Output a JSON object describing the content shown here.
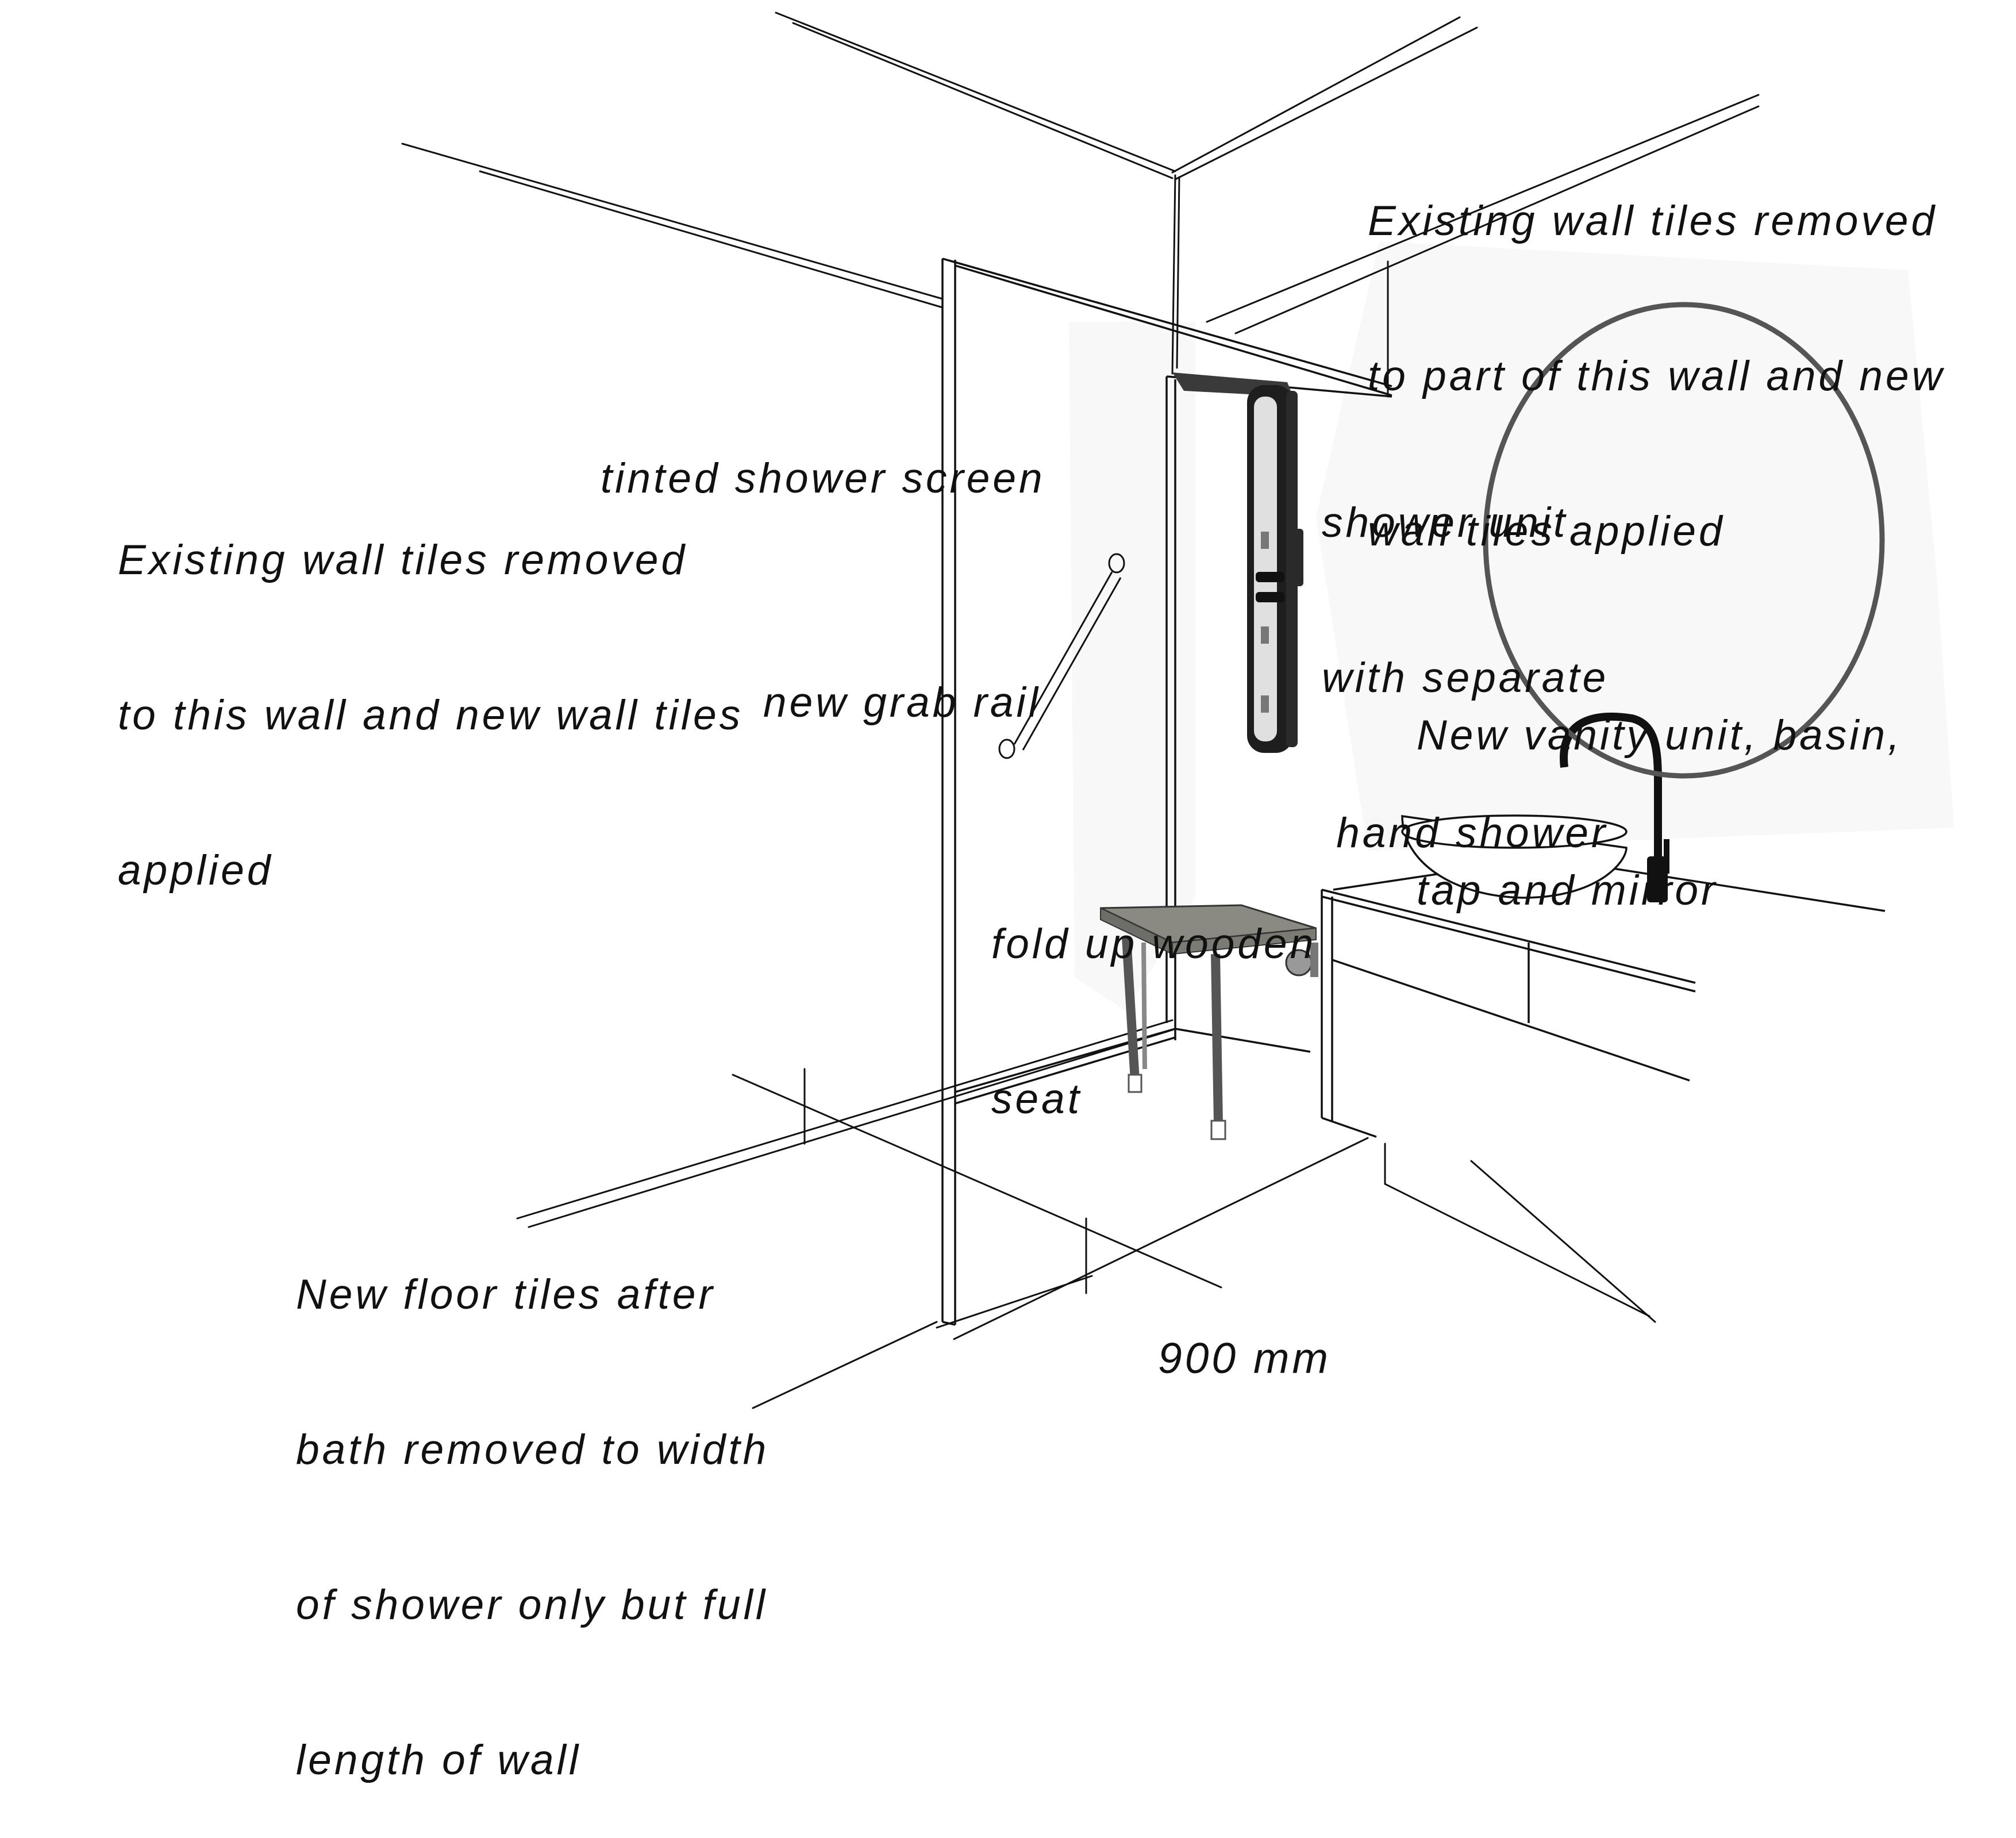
{
  "annotations": {
    "wall_right": [
      "Existing wall tiles removed",
      "to part of this wall and new",
      "wall tiles applied"
    ],
    "screen": [
      "tinted shower screen"
    ],
    "wall_left": [
      "Existing wall tiles removed",
      "to this wall and new wall tiles",
      "applied"
    ],
    "shower_unit": [
      "shower unit",
      "with separate",
      " hand shower"
    ],
    "grab_rail": [
      "new grab rail"
    ],
    "vanity": [
      "New vanity unit, basin,",
      "tap and mirror"
    ],
    "seat": [
      "fold up wooden",
      "seat"
    ],
    "floor": [
      "New floor tiles after",
      "bath removed to width",
      "of shower only but full",
      "length of wall"
    ],
    "dimension": [
      "900 mm"
    ]
  },
  "colors": {
    "ink": "#111111",
    "mirror_frame": "#555555",
    "tap": "#111111",
    "seat_wood": "#8a8a82",
    "shower_panel": "#1e1e1e"
  }
}
